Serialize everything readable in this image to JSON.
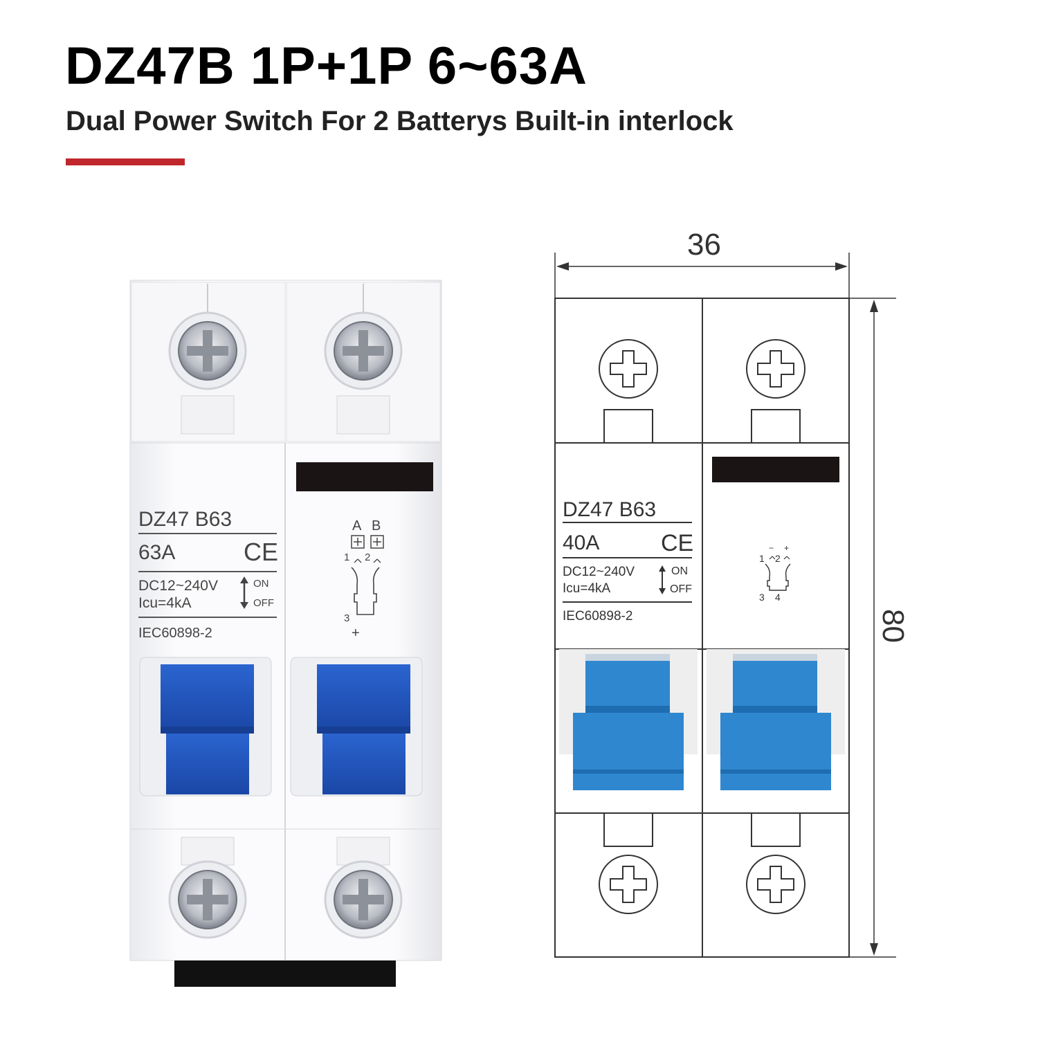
{
  "header": {
    "title": "DZ47B 1P+1P 6~63A",
    "subtitle": "Dual Power Switch For 2 Batterys Built-in interlock",
    "accent_color": "#c0272d"
  },
  "photo": {
    "model": "DZ47  B63",
    "current": "63A",
    "ce": "CE",
    "voltage": "DC12~240V",
    "icu": "Icu=4kA",
    "on": "ON",
    "off": "OFF",
    "standard": "IEC60898-2",
    "terminal_a": "A",
    "terminal_b": "B",
    "num_1": "1",
    "num_2": "2",
    "num_3": "3",
    "plus": "+",
    "toggle_color": "#1e50b8"
  },
  "drawing": {
    "width_label": "36",
    "height_label": "80",
    "model": "DZ47  B63",
    "current": "40A",
    "ce": "CE",
    "voltage": "DC12~240V",
    "icu": "Icu=4kA",
    "on": "ON",
    "off": "OFF",
    "standard": "IEC60898-2",
    "num_1": "1",
    "num_2": "2",
    "num_3": "3",
    "num_4": "4",
    "minus": "−",
    "plus": "+",
    "toggle_color": "#2f87cf"
  }
}
